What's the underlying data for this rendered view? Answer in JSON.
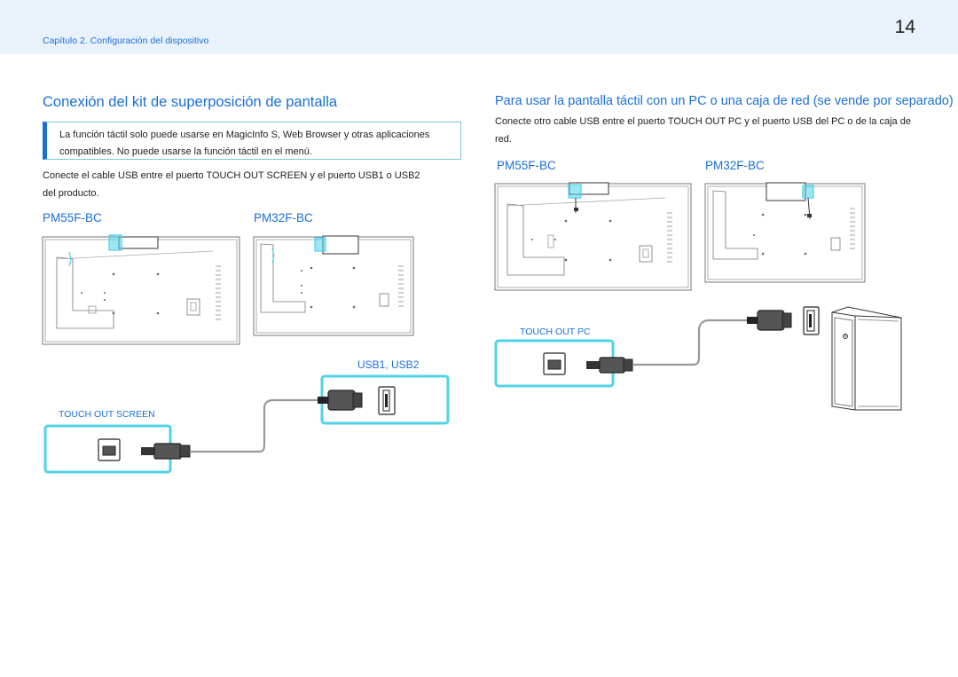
{
  "header": {
    "chapter": "Capítulo 2. Configuración del dispositivo",
    "page_number": "14"
  },
  "left": {
    "title": "Conexión del kit de superposición de pantalla",
    "note": "La función táctil solo puede usarse en MagicInfo S, Web Browser y otras aplicaciones compatibles. No puede usarse la función táctil en el menú.",
    "body": "Conecte el cable USB entre el puerto TOUCH OUT SCREEN y el puerto USB1 o USB2 del producto.",
    "model_a": "PM55F-BC",
    "model_b": "PM32F-BC",
    "port_label": "USB1, USB2",
    "source_label": "TOUCH OUT SCREEN"
  },
  "right": {
    "title": "Para usar la pantalla táctil con un PC o una caja de red (se vende por separado)",
    "body": "Conecte otro cable USB entre el puerto TOUCH OUT PC y el puerto USB del PC o de la caja de red.",
    "model_a": "PM55F-BC",
    "model_b": "PM32F-BC",
    "source_label": "TOUCH OUT PC"
  },
  "colors": {
    "accent": "#1a6fd6",
    "highlight": "#4fd3e8",
    "header_bg": "#e9f2fb"
  }
}
